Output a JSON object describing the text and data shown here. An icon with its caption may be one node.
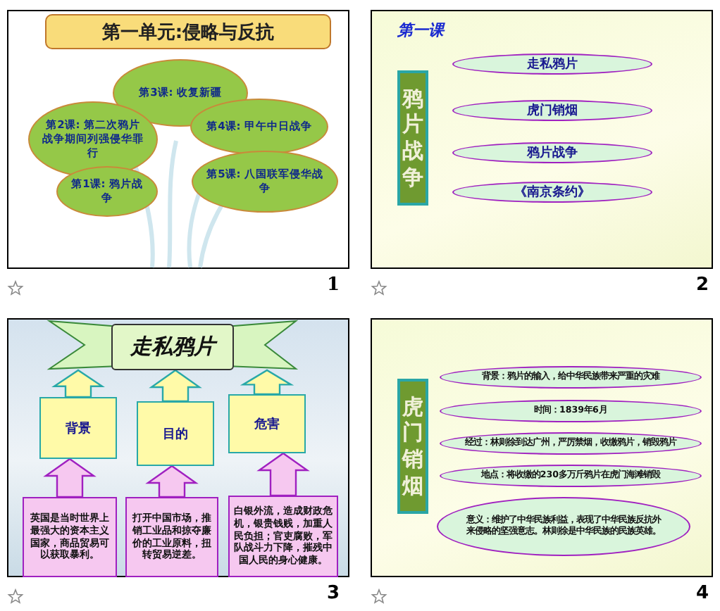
{
  "diagram": {
    "nodes": [
      {
        "text": [
          "第一单元:侵略与反抗"
        ]
      },
      {
        "text": [
          "第3课: 收复新疆"
        ]
      },
      {
        "text": [
          "第2课: 第二次鸦片战争期间列强侵华罪行"
        ]
      },
      {
        "text": [
          "第4课: 甲午中日战争"
        ]
      },
      {
        "text": [
          "第5课: 八国联军侵华战争"
        ]
      },
      {
        "text": [
          "第1课: 鸦片战争"
        ]
      },
      {
        "text": [
          "鸦片战争"
        ]
      },
      {
        "text": [
          "走私鸦片"
        ]
      },
      {
        "text": [
          "虎门销烟"
        ]
      },
      {
        "text": [
          "鸦片战争"
        ]
      },
      {
        "text": [
          "《南京条约》"
        ]
      },
      {
        "text": [
          "走私鸦片"
        ]
      },
      {
        "text": [
          "背景"
        ]
      },
      {
        "text": [
          "目的"
        ]
      },
      {
        "text": [
          "危害"
        ]
      },
      {
        "text": [
          "英国是当时世界上最强大的资本主义国家，商品贸易可以获取暴利。"
        ]
      },
      {
        "text": [
          "打开中国市场，推销工业品和掠夺廉价的工业原料，扭转贸易逆差。"
        ]
      },
      {
        "text": [
          "白银外流，造成财政危机，银贵钱贱，加重人民负担；官吏腐败，军队战斗力下降，摧残中国人民的身心健康。"
        ]
      },
      {
        "text": [
          "虎门销烟"
        ]
      },
      {
        "text": [
          "背景：鸦片的输入，给中华民族带来严重的灾难"
        ]
      },
      {
        "text": [
          "时间：1839年6月"
        ]
      },
      {
        "text": [
          "经过：林则徐到达广州，严厉禁烟，收缴鸦片，销毁鸦片"
        ]
      },
      {
        "text": [
          "地点：将收缴的230多万斤鸦片在虎门海滩销毁"
        ]
      },
      {
        "text": [
          "意义：维护了中华民族利益，表现了中华民族反抗外来侵略的坚强意志。林则徐是中华民族的民族英雄。"
        ]
      }
    ],
    "edges": [
      {
        "from": 15,
        "to": 12,
        "arrow": "to"
      },
      {
        "from": 16,
        "to": 13,
        "arrow": "to"
      },
      {
        "from": 17,
        "to": 14,
        "arrow": "to"
      },
      {
        "from": 12,
        "to": 11,
        "arrow": "to"
      },
      {
        "from": 13,
        "to": 11,
        "arrow": "to"
      },
      {
        "from": 14,
        "to": 11,
        "arrow": "to"
      }
    ],
    "labels": [
      "第一课",
      "1",
      "2",
      "3",
      "4"
    ]
  }
}
